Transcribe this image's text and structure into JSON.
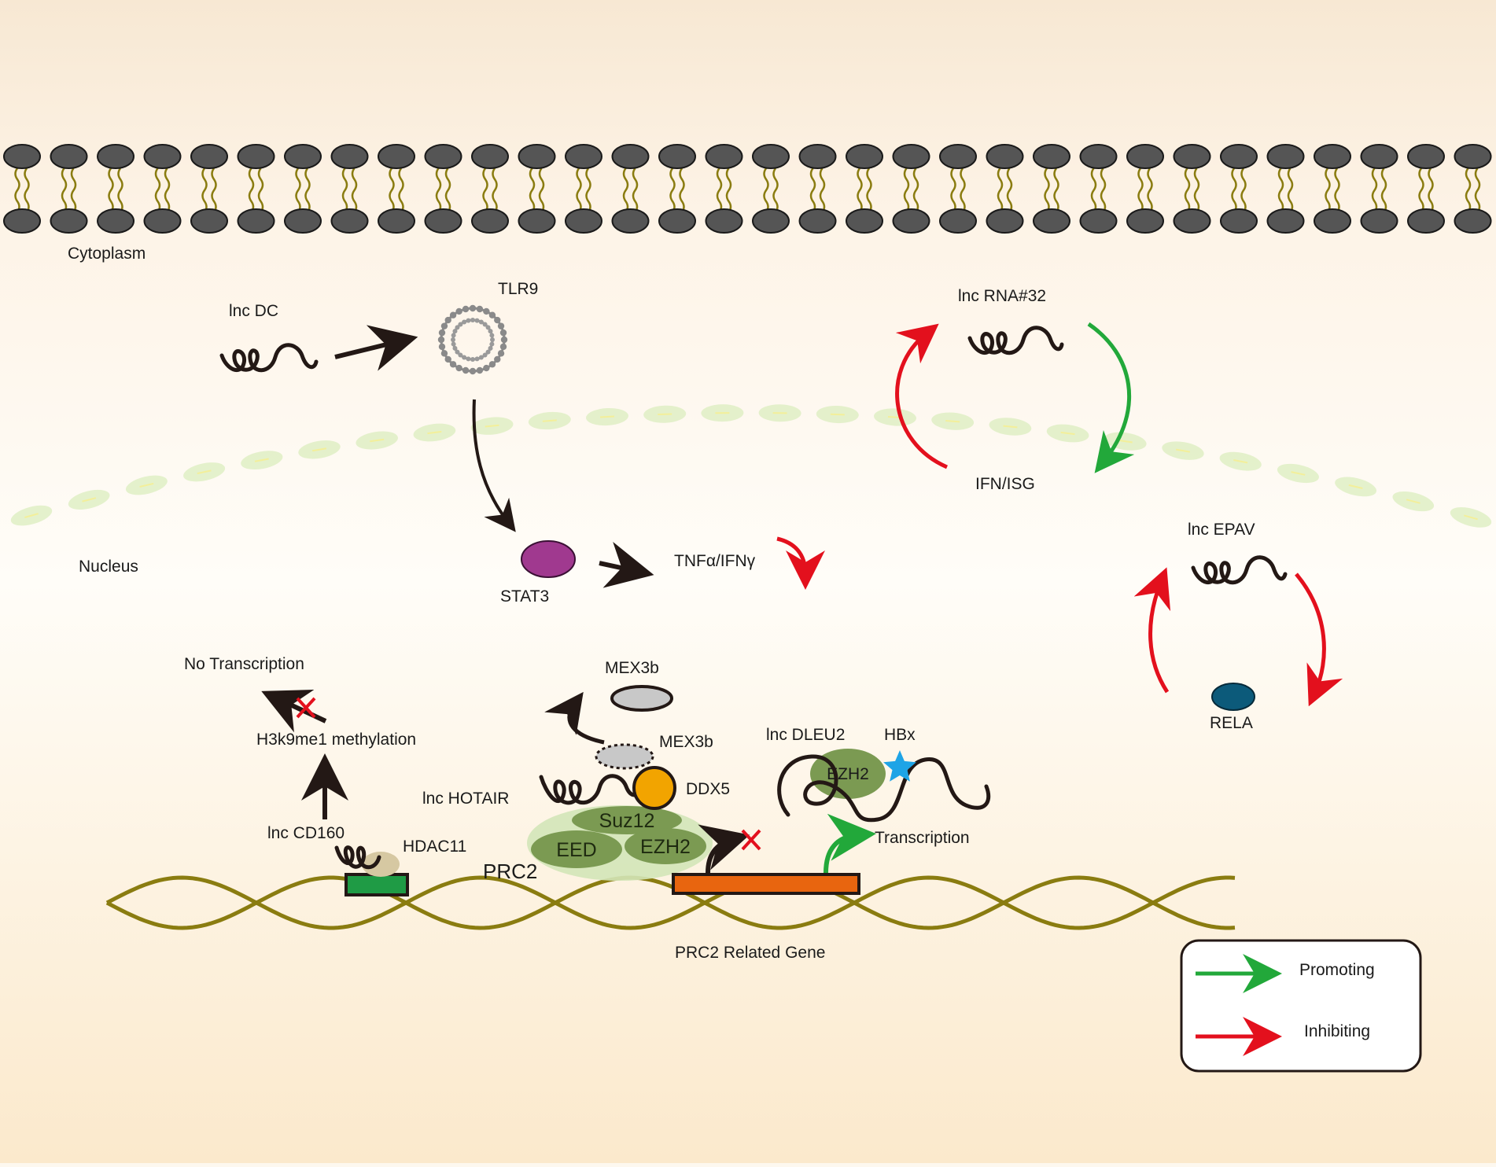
{
  "compartments": {
    "cytoplasm": "Cytoplasm",
    "nucleus": "Nucleus"
  },
  "molecules": {
    "lnc_dc": "lnc DC",
    "tlr9": "TLR9",
    "stat3": "STAT3",
    "tnf_ifn": "TNFα/IFNγ",
    "lnc_rna32": "lnc RNA#32",
    "ifn_isg": "IFN/ISG",
    "lnc_epav": "lnc EPAV",
    "rela": "RELA",
    "no_transcription": "No Transcription",
    "h3k9me1": "H3k9me1 methylation",
    "lnc_cd160": "lnc CD160",
    "hdac11": "HDAC11",
    "mex3b_top": "MEX3b",
    "mex3b_mid": "MEX3b",
    "ddx5": "DDX5",
    "lnc_hotair": "lnc HOTAIR",
    "suz12": "Suz12",
    "eed": "EED",
    "ezh2": "EZH2",
    "prc2": "PRC2",
    "lnc_dleu2": "lnc DLEU2",
    "hbx": "HBx",
    "ezh2_dleu2": "EZH2",
    "transcription": "Transcription",
    "prc2_gene": "PRC2 Related Gene"
  },
  "legend": {
    "promoting": "Promoting",
    "inhibiting": "Inhibiting"
  },
  "colors": {
    "promoting": "#22a83a",
    "inhibiting": "#e3101d",
    "arrow_black": "#231815",
    "stat3": "#a0398f",
    "rela": "#0c5a7a",
    "ddx5": "#f2a400",
    "dna": "#8a7c10",
    "gene_orange": "#e8650f",
    "gene_green": "#1f9b45",
    "prc2_subunit": "#7b9a52",
    "membrane_head": "#555555"
  }
}
